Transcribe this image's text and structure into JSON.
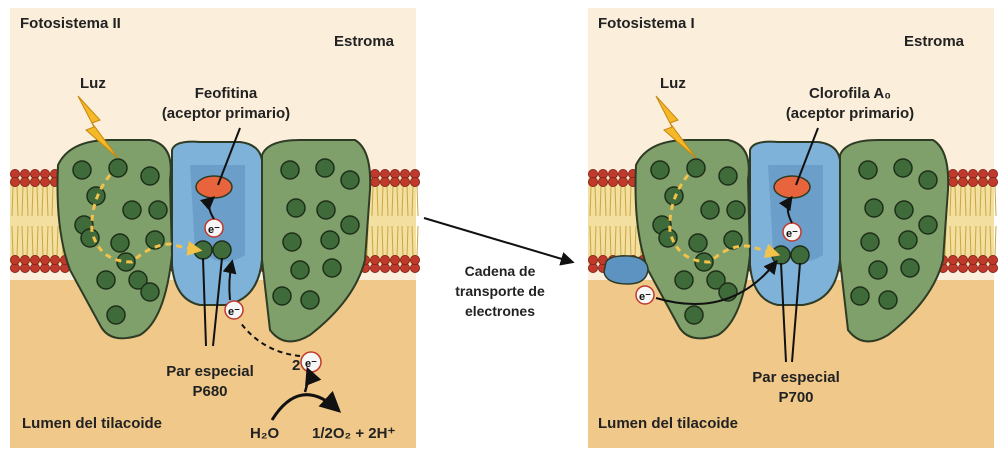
{
  "left_panel": {
    "title": "Fotosistema II",
    "stroma": "Estroma",
    "light": "Luz",
    "acceptor_name": "Feofitina",
    "acceptor_role": "(aceptor primario)",
    "electron": "e⁻",
    "special_pair_line1": "Par especial",
    "special_pair_line2": "P680",
    "two_electrons_coef": "2",
    "lumen": "Lumen del tilacoide",
    "water": "H₂O",
    "products": "1/2O₂ + 2H⁺"
  },
  "middle": {
    "line1": "Cadena de",
    "line2": "transporte de",
    "line3": "electrones"
  },
  "right_panel": {
    "title": "Fotosistema I",
    "stroma": "Estroma",
    "light": "Luz",
    "acceptor_name": "Clorofila A₀",
    "acceptor_role": "(aceptor primario)",
    "electron": "e⁻",
    "special_pair_line1": "Par especial",
    "special_pair_line2": "P700",
    "lumen": "Lumen del tilacoide"
  },
  "colors": {
    "stroma_bg": "#fbeedb",
    "lumen_bg": "#f0c98a",
    "lipid_head": "#c0392b",
    "protein_green": "#7fa06a",
    "chlorophyll": "#3f6b3a",
    "reaction_center_blue": "#7fb2d8",
    "acceptor_orange": "#e8643c",
    "light_yellow": "#f5b829",
    "arrow_yellow": "#f3c24a"
  }
}
